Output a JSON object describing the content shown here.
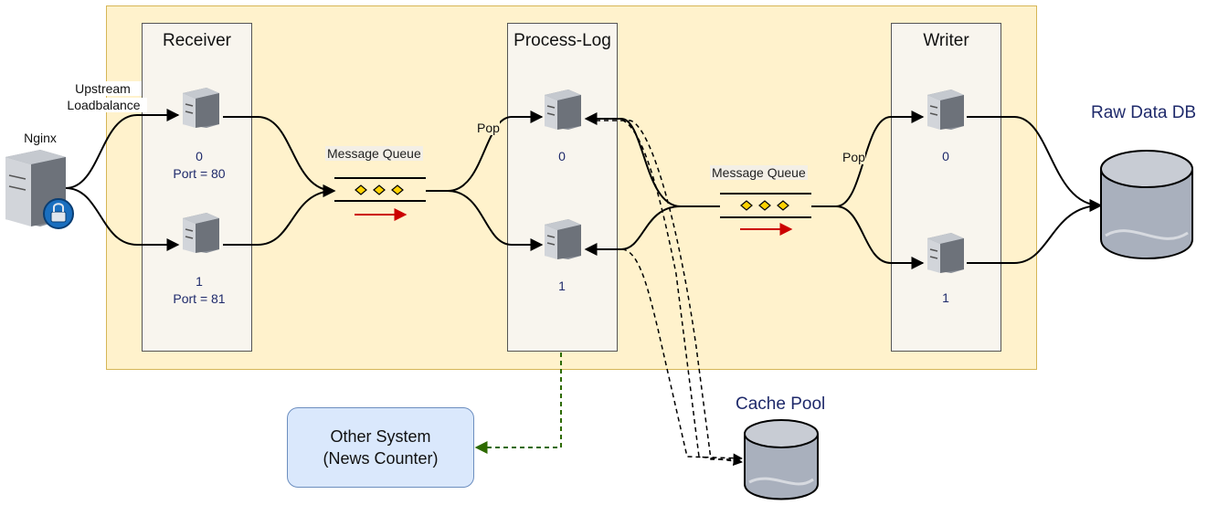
{
  "lanes": {
    "receiver": {
      "title": "Receiver"
    },
    "process_log": {
      "title": "Process-Log"
    },
    "writer": {
      "title": "Writer"
    }
  },
  "nginx": {
    "label": "Nginx",
    "edge_label_line1": "Upstream",
    "edge_label_line2": "Loadbalance"
  },
  "receiver_nodes": [
    {
      "id": "0",
      "port": "Port = 80"
    },
    {
      "id": "1",
      "port": "Port = 81"
    }
  ],
  "process_nodes": [
    {
      "id": "0"
    },
    {
      "id": "1"
    }
  ],
  "writer_nodes": [
    {
      "id": "0"
    },
    {
      "id": "1"
    }
  ],
  "queues": [
    {
      "title": "Message Queue"
    },
    {
      "title": "Message Queue"
    }
  ],
  "edge_labels": {
    "pop_process": "Pop",
    "pop_writer": "Pop"
  },
  "databases": {
    "raw": {
      "title": "Raw Data DB"
    },
    "cache": {
      "title": "Cache Pool"
    }
  },
  "other_system": {
    "line1": "Other System",
    "line2": "(News Counter)"
  },
  "colors": {
    "container_fill": "#fff2cc",
    "lane_fill": "#f8f5ee",
    "label_blue": "#1f2a6b",
    "queue_arrow": "#cc0000",
    "dashed_green": "#2d6a00",
    "other_fill": "#dae8fc"
  },
  "icons": [
    "server-icon",
    "load-balancer-icon",
    "database-icon",
    "queue-icon"
  ]
}
